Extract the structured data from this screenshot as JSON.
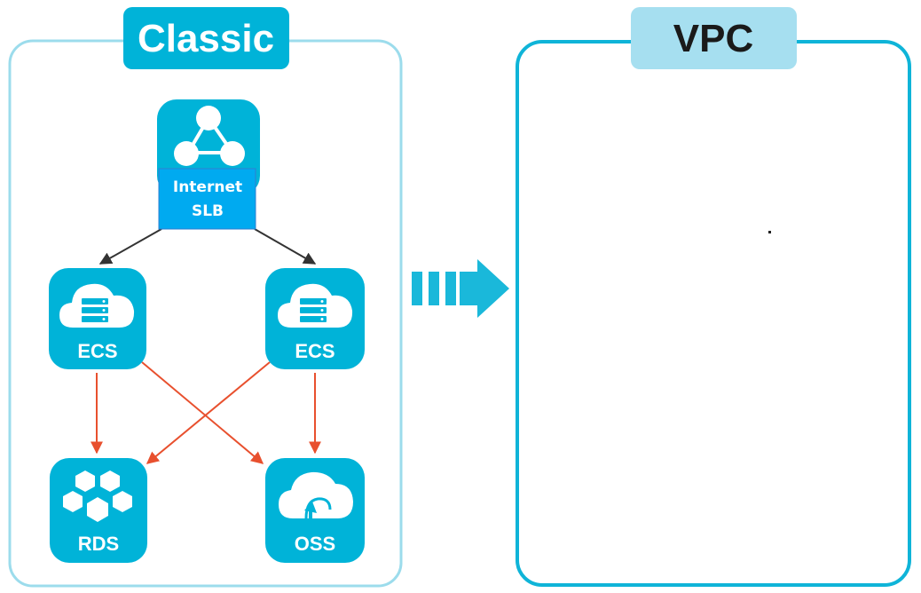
{
  "panels": {
    "classic": {
      "title": "Classic"
    },
    "vpc": {
      "title": "VPC"
    }
  },
  "nodes": {
    "slb": {
      "line1": "Internet",
      "line2": "SLB",
      "icon": "network-hub-icon"
    },
    "ecs_left": {
      "label": "ECS",
      "icon": "cloud-server-icon"
    },
    "ecs_right": {
      "label": "ECS",
      "icon": "cloud-server-icon"
    },
    "rds": {
      "label": "RDS",
      "icon": "hexagon-cluster-icon"
    },
    "oss": {
      "label": "OSS",
      "icon": "cloud-upload-icon"
    }
  },
  "colors": {
    "cyan": "#00b3d8",
    "light_cyan": "#9cdcec",
    "slb_banner": "#00aaf0",
    "vpc_title_fill": "#a6dff0",
    "vpc_border": "#0fb4d8",
    "black_arrow": "#333333",
    "red_arrow": "#e8502e"
  }
}
